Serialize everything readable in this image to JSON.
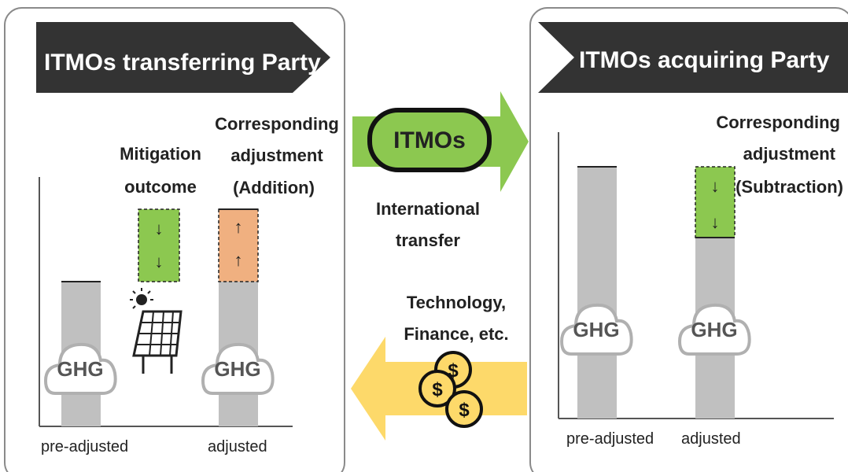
{
  "left_panel": {
    "title": "ITMOs transferring Party",
    "mitigation_label": [
      "Mitigation",
      "outcome"
    ],
    "adjustment_label": [
      "Corresponding",
      "adjustment",
      "(Addition)"
    ],
    "bar_pre_label": "pre-adjusted",
    "bar_adjusted_label": "adjusted",
    "cloud_label": "GHG"
  },
  "right_panel": {
    "title": "ITMOs acquiring Party",
    "adjustment_label": [
      "Corresponding",
      "adjustment",
      "(Subtraction)"
    ],
    "bar_pre_label": "pre-adjusted",
    "bar_adjusted_label": "adjusted",
    "cloud_label": "GHG"
  },
  "center": {
    "itmo_label": "ITMOs",
    "transfer_label": [
      "International",
      "transfer"
    ],
    "support_label": [
      "Technology,",
      "Finance, etc."
    ]
  },
  "colors": {
    "title_bg": "#333333",
    "green": "#8cc850",
    "orange": "#f0b080",
    "gray": "#c0c0c0",
    "yellow": "#fdd96a"
  }
}
